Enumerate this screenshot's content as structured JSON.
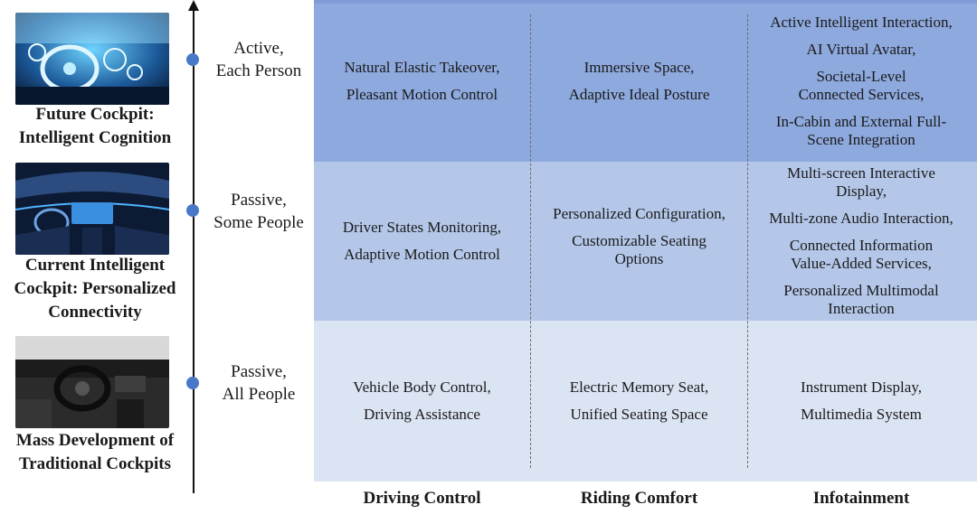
{
  "stages": [
    {
      "label_lines": [
        "Future Cockpit:",
        "Intelligent Cognition"
      ],
      "mode_lines": [
        "Active,",
        "Each Person"
      ]
    },
    {
      "label_lines": [
        "Current Intelligent",
        "Cockpit: Personalized",
        "Connectivity"
      ],
      "mode_lines": [
        "Passive,",
        "Some People"
      ]
    },
    {
      "label_lines": [
        "Mass Development of",
        "Traditional Cockpits"
      ],
      "mode_lines": [
        "Passive,",
        "All People"
      ]
    }
  ],
  "columns": [
    "Driving Control",
    "Riding Comfort",
    "Infotainment"
  ],
  "cells": [
    [
      [
        "Natural Elastic Takeover,",
        "Pleasant Motion Control"
      ],
      [
        "Immersive Space,",
        "Adaptive Ideal Posture"
      ],
      [
        "Active Intelligent Interaction,",
        "AI Virtual Avatar,",
        "Societal-Level Connected Services,",
        "In-Cabin and External Full-Scene Integration"
      ]
    ],
    [
      [
        "Driver States Monitoring,",
        "Adaptive Motion Control"
      ],
      [
        "Personalized Configuration,",
        "Customizable Seating Options"
      ],
      [
        "Multi-screen Interactive Display,",
        "Multi-zone Audio Interaction,",
        "Connected Information Value-Added Services,",
        "Personalized Multimodal Interaction"
      ]
    ],
    [
      [
        "Vehicle Body Control,",
        "Driving Assistance"
      ],
      [
        "Electric Memory Seat,",
        "Unified Seating Space"
      ],
      [
        "Instrument Display,",
        "Multimedia System"
      ]
    ]
  ],
  "colors": {
    "top_band": "#8ea9de",
    "mid_band": "#b4c7e9",
    "bottom_band": "#dbe4f3",
    "dot": "#4a78c8"
  }
}
